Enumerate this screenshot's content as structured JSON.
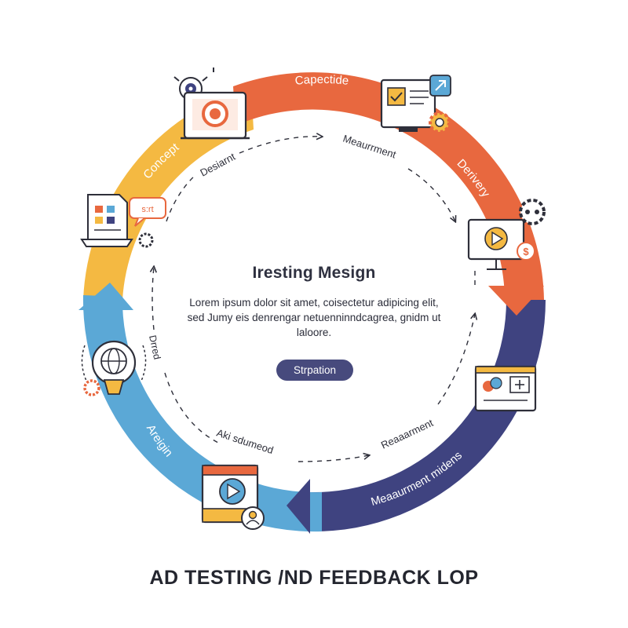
{
  "colors": {
    "orange": "#E8683F",
    "yellow": "#F4B942",
    "blue": "#5BA8D6",
    "navy": "#3F4380",
    "outline": "#2e2f3a",
    "pill": "#474A7D"
  },
  "segments": {
    "top": "Capectide",
    "delivery": "Derivery",
    "concept": "Concept",
    "bottom_right": "Meaaurment midens",
    "bottom_left": "Areigin"
  },
  "inner_labels": {
    "top_left": "Desiarnt",
    "top_right": "Meaurrment",
    "left": "Drred",
    "bottom_left": "Aki sdumeod",
    "bottom_right": "Reaaarment"
  },
  "speech_bubble": "s:rt",
  "center": {
    "title": "Iresting Mesign",
    "body": "Lorem ipsum dolor sit amet, coisectetur adipicing elit, sed Jumy eis denrengar netuenninndcagrea, gnidm ut laloore.",
    "button": "Strpation"
  },
  "footer_title": "AD TESTING /ND FEEDBACK LOP",
  "icons": [
    "target-icon",
    "monitor-target-icon",
    "checklist-monitor-icon",
    "gear-icon",
    "document-icon",
    "speech-bubble-icon",
    "video-monitor-icon",
    "dollar-icon",
    "presentation-board-icon",
    "globe-bulb-icon",
    "video-player-icon",
    "user-icon"
  ]
}
